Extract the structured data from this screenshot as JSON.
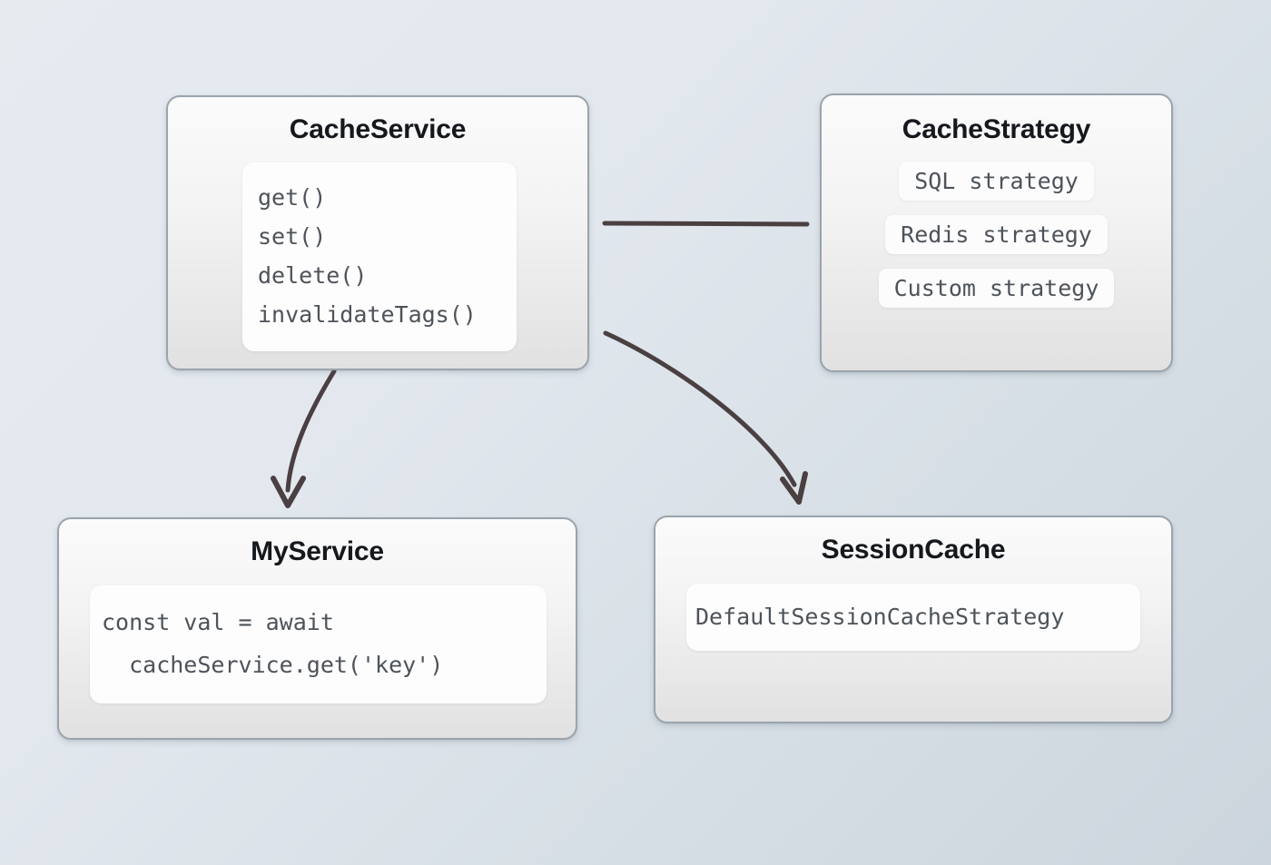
{
  "diagram": {
    "background_top_left": "#e6ebf0",
    "background_bottom_right": "#ccd5dd",
    "node_border_color": "#9ba4ac",
    "connector_color": "#4a3f41",
    "title_color": "#15181c",
    "code_text_color": "#4d5359"
  },
  "nodes": {
    "cache_service": {
      "title": "CacheService",
      "methods": [
        "get()",
        "set()",
        "delete()",
        "invalidateTags()"
      ]
    },
    "cache_strategy": {
      "title": "CacheStrategy",
      "strategies": [
        "SQL strategy",
        "Redis strategy",
        "Custom strategy"
      ]
    },
    "my_service": {
      "title": "MyService",
      "code_lines": [
        "const val = await",
        "  cacheService.get('key')"
      ]
    },
    "session_cache": {
      "title": "SessionCache",
      "code_lines": [
        "DefaultSessionCacheStrategy"
      ]
    }
  },
  "connectors": [
    {
      "name": "cache-service-to-cache-strategy",
      "from": "cache_service",
      "to": "cache_strategy",
      "style": "straight",
      "arrowhead": false
    },
    {
      "name": "cache-service-to-my-service",
      "from": "cache_service",
      "to": "my_service",
      "style": "curved",
      "arrowhead": true
    },
    {
      "name": "cache-service-to-session-cache",
      "from": "cache_service",
      "to": "session_cache",
      "style": "curved",
      "arrowhead": true
    }
  ]
}
